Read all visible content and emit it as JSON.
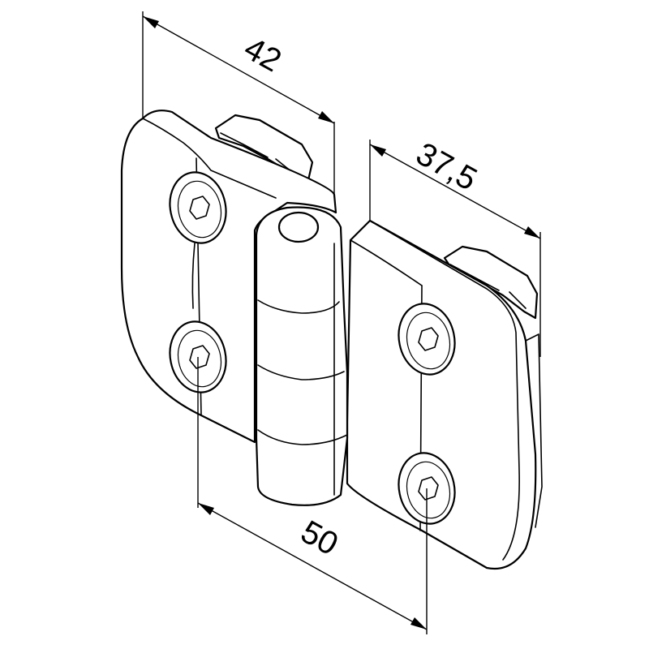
{
  "dimensions": {
    "top_width": "42",
    "right_width": "37,5",
    "hole_spacing": "50"
  },
  "colors": {
    "line": "#000000",
    "background": "#ffffff"
  }
}
